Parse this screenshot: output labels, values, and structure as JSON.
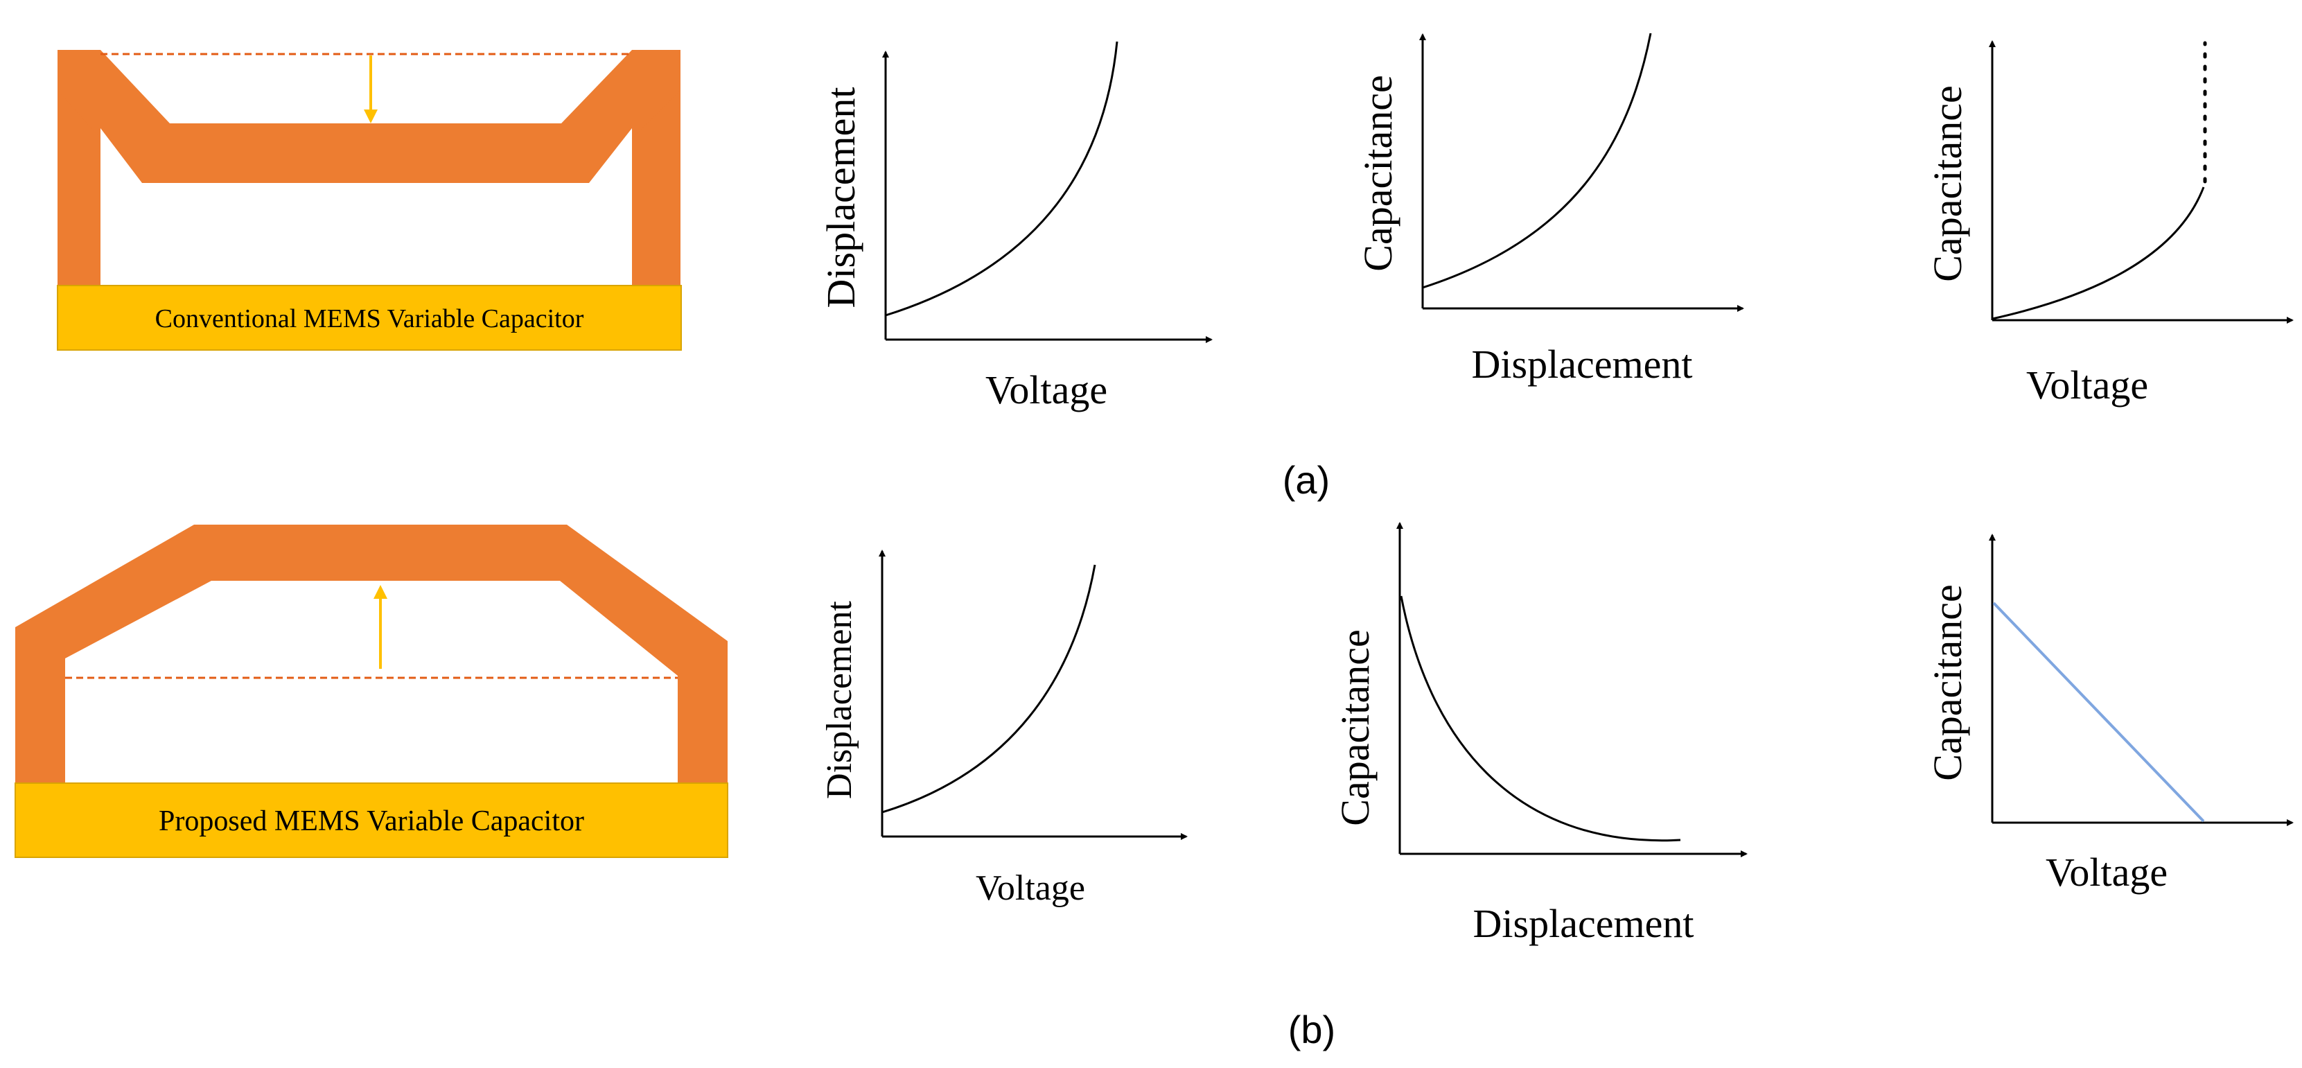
{
  "colors": {
    "structure": "#ED7D31",
    "substrate": "#FFC000",
    "arrow": "#FFC000",
    "dashed": "#E35C15",
    "curve": "#000000",
    "linear": "#7FA6E0"
  },
  "row_a": {
    "device_label": "Conventional MEMS Variable Capacitor",
    "caption": "(a)"
  },
  "row_b": {
    "device_label": "Proposed MEMS Variable Capacitor",
    "caption": "(b)"
  },
  "charts": {
    "a1": {
      "xlabel": "Voltage",
      "ylabel": "Displacement"
    },
    "a2": {
      "xlabel": "Displacement",
      "ylabel": "Capacitance"
    },
    "a3": {
      "xlabel": "Voltage",
      "ylabel": "Capacitance"
    },
    "b1": {
      "xlabel": "Voltage",
      "ylabel": "Displacement"
    },
    "b2": {
      "xlabel": "Displacement",
      "ylabel": "Capacitance"
    },
    "b3": {
      "xlabel": "Voltage",
      "ylabel": "Capacitance"
    }
  }
}
